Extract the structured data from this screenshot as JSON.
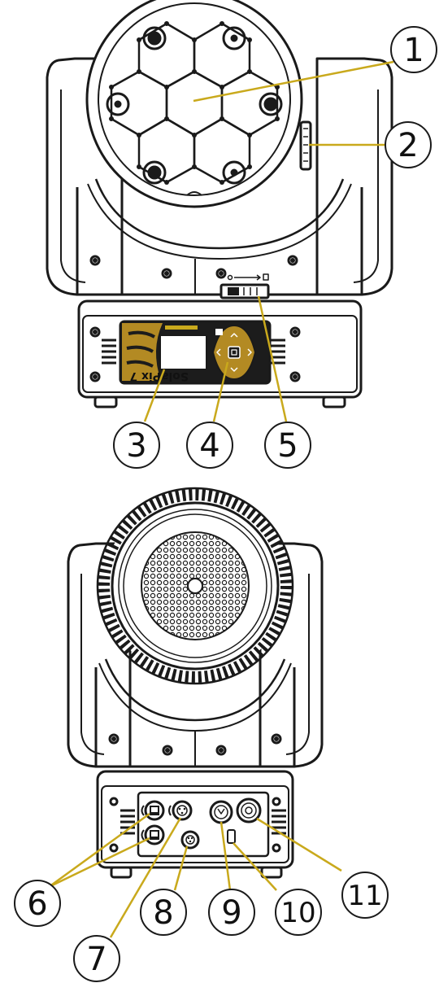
{
  "colors": {
    "outline": "#1a1a1a",
    "leader": "#c9a91c",
    "panel_gold": "#b38a23",
    "panel_dark": "#1c1c1c",
    "screen": "#ffffff",
    "body": "#ffffff"
  },
  "front_view": {
    "brand_text": "SolaPix 7",
    "callouts": [
      "1",
      "2",
      "3",
      "4",
      "5"
    ]
  },
  "rear_view": {
    "callouts": [
      "6",
      "7",
      "8",
      "9",
      "10",
      "11"
    ]
  }
}
